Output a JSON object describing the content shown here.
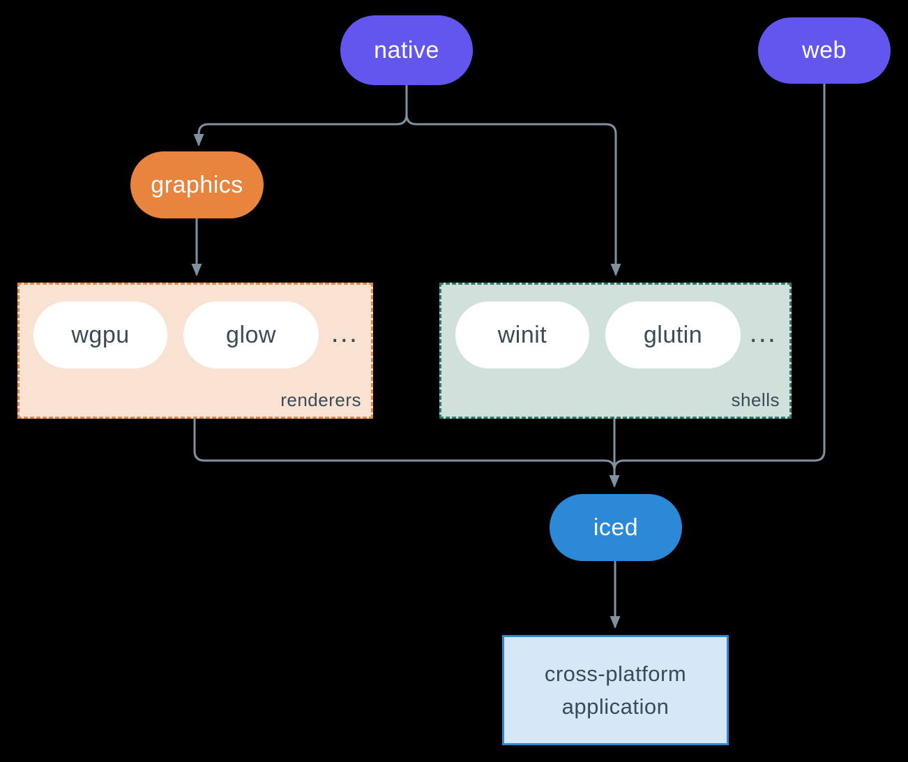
{
  "diagram": {
    "colors": {
      "bg": "#000000",
      "edge": "#8091a1",
      "node-text": "#ffffff",
      "ink": "#3b4a57",
      "purple": "#6356ee",
      "orange": "#e8843d",
      "orange-fill": "#f9e2d2",
      "orange-border": "#e8893f",
      "teal-fill": "#d0e1db",
      "teal-border": "#2e7d6e",
      "blue": "#2b89d8",
      "blue-fill": "#d6e7f7",
      "blue-border": "#3186d2"
    },
    "nodes": {
      "native": {
        "label": "native"
      },
      "web": {
        "label": "web"
      },
      "graphics": {
        "label": "graphics"
      },
      "iced": {
        "label": "iced"
      },
      "application": {
        "label_line1": "cross-platform",
        "label_line2": "application"
      }
    },
    "groups": {
      "renderers": {
        "label": "renderers",
        "ellipsis": "...",
        "items": [
          {
            "label": "wgpu"
          },
          {
            "label": "glow"
          }
        ]
      },
      "shells": {
        "label": "shells",
        "ellipsis": "...",
        "items": [
          {
            "label": "winit"
          },
          {
            "label": "glutin"
          }
        ]
      }
    }
  }
}
